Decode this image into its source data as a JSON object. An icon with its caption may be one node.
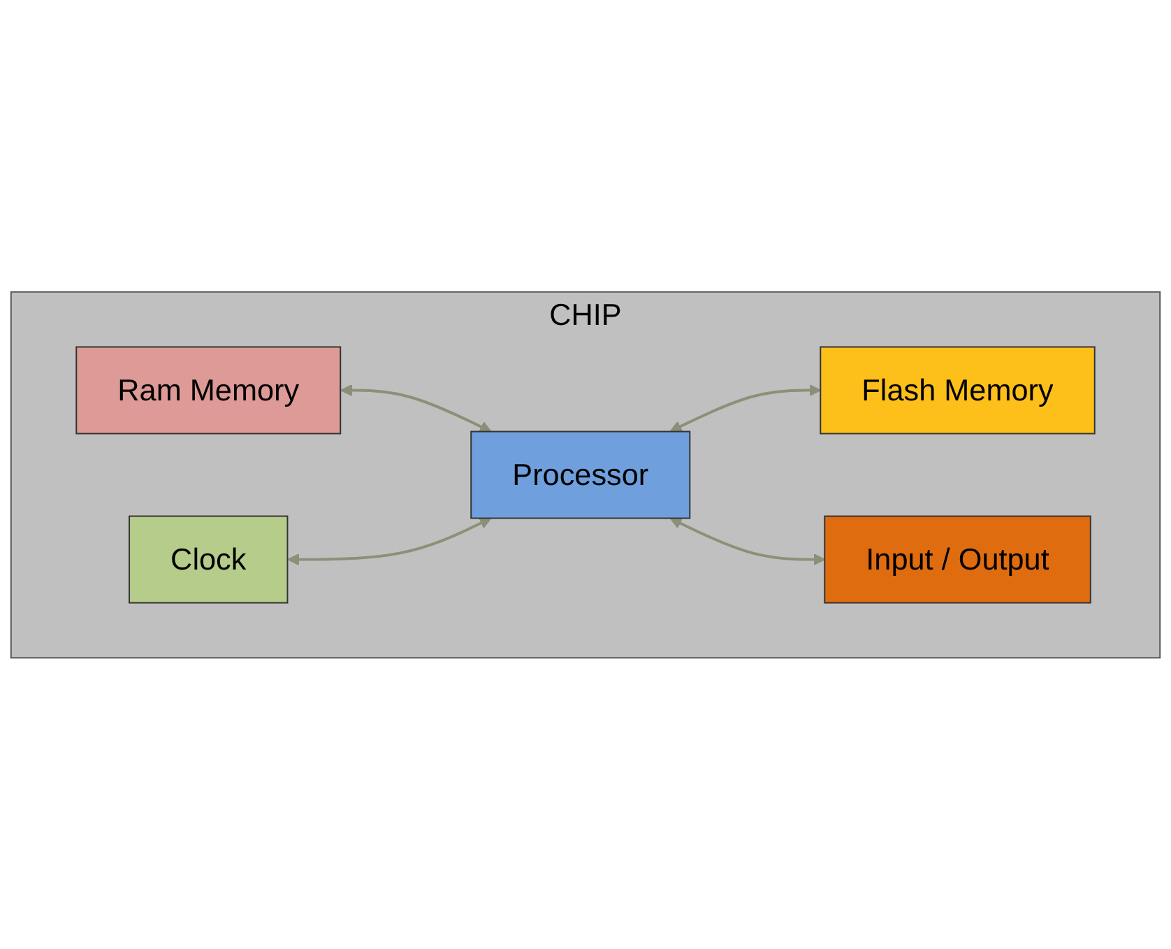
{
  "diagram": {
    "nodes": [
      {
        "text": [
          "CHIP"
        ]
      },
      {
        "text": [
          "Ram Memory"
        ],
        "in": 0
      },
      {
        "text": [
          "Clock"
        ],
        "in": 0
      },
      {
        "text": [
          "Processor"
        ],
        "in": 0
      },
      {
        "text": [
          "Flash Memory"
        ],
        "in": 0
      },
      {
        "text": [
          "Input / Output"
        ],
        "in": 0
      }
    ],
    "edges": [
      {
        "from": 1,
        "to": 3,
        "arrow": "both"
      },
      {
        "from": 2,
        "to": 3,
        "arrow": "both"
      },
      {
        "from": 3,
        "to": 4,
        "arrow": "both"
      },
      {
        "from": 3,
        "to": 5,
        "arrow": "both"
      }
    ]
  }
}
